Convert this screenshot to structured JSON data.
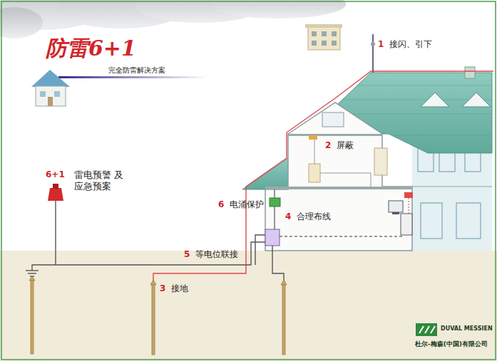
{
  "diagram": {
    "title": "防雷6+1",
    "labels": [
      "完全防雷解决方案",
      "1",
      "接闪、引下",
      "2",
      "屏蔽",
      "6+1",
      "雷电预警 及应急预案",
      "6",
      "电涌保护",
      "4",
      "合理布线",
      "5",
      "等电位联接",
      "3",
      "接地",
      "DUVAL MESSIEN",
      "杜尔-梅森(中国)有限公司"
    ]
  }
}
